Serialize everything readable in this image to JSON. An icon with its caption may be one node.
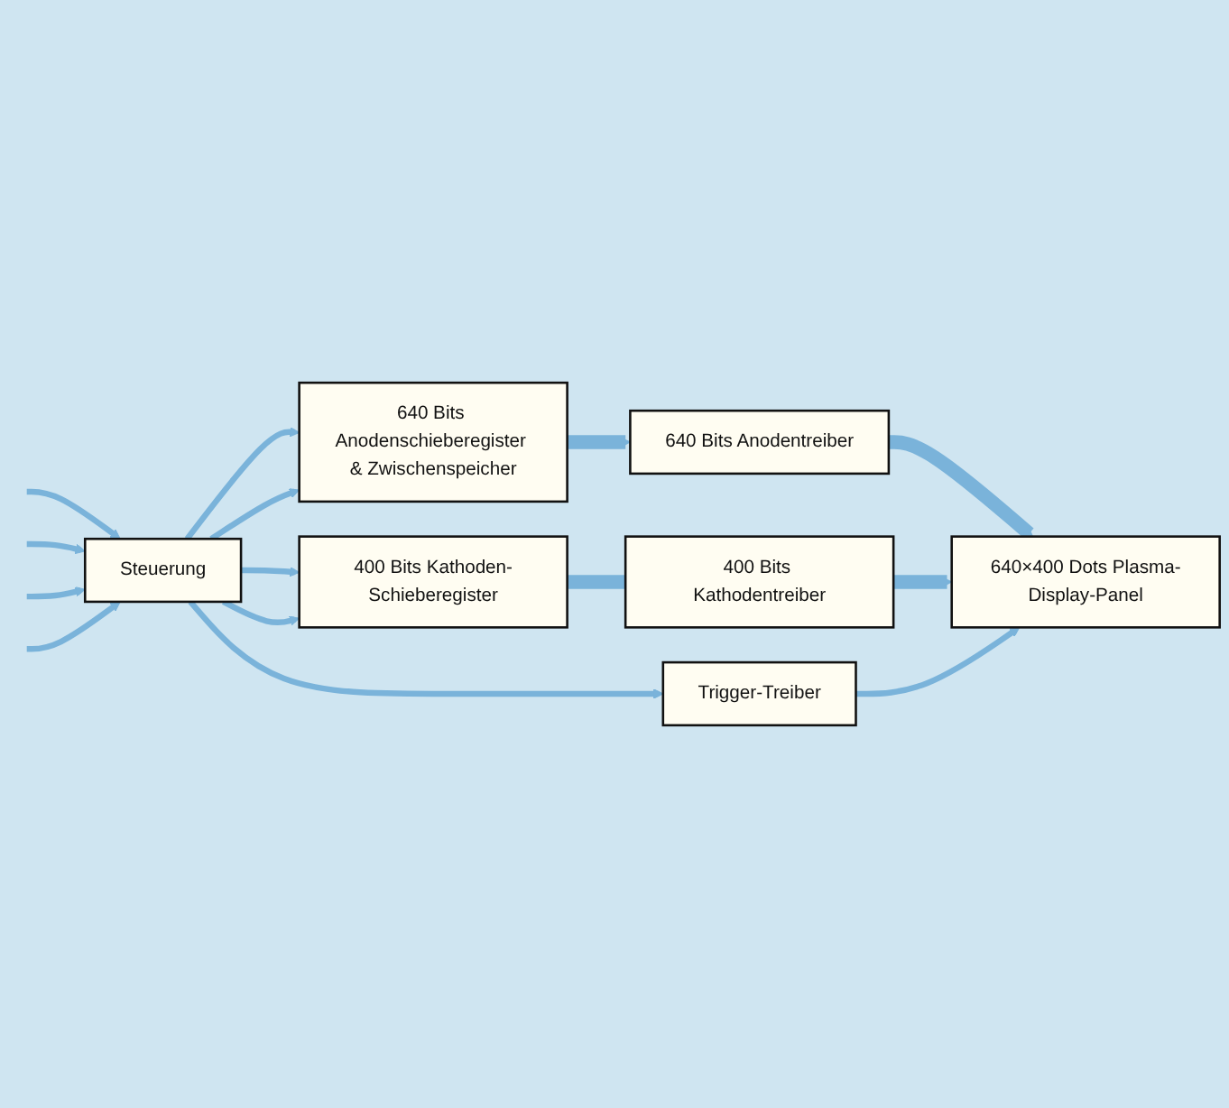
{
  "diagram": {
    "nodes": [
      {
        "text": [
          "Steuerung"
        ]
      },
      {
        "text": [
          "640 Bits Anodenschieberegister & Zwischenspeicher"
        ]
      },
      {
        "text": [
          "640 Bits Anodentreiber"
        ]
      },
      {
        "text": [
          "400 Bits Kathoden-Schieberegister"
        ]
      },
      {
        "text": [
          "400 Bits Kathodentreiber"
        ]
      },
      {
        "text": [
          "640×400 Dots Plasma-Display-Panel"
        ]
      },
      {
        "text": [
          "Trigger-Treiber"
        ]
      }
    ],
    "edges": [
      {
        "from": null,
        "to": 0,
        "arrow": "to"
      },
      {
        "from": null,
        "to": 0,
        "arrow": "to"
      },
      {
        "from": null,
        "to": 0,
        "arrow": "to"
      },
      {
        "from": null,
        "to": 0,
        "arrow": "to"
      },
      {
        "from": 0,
        "to": 1,
        "arrow": "to"
      },
      {
        "from": 0,
        "to": 1,
        "arrow": "to"
      },
      {
        "from": 1,
        "to": 2,
        "arrow": "to",
        "style": "thick"
      },
      {
        "from": 2,
        "to": 5,
        "arrow": "to",
        "style": "thick"
      },
      {
        "from": 0,
        "to": 6,
        "arrow": "to"
      },
      {
        "from": 0,
        "to": 3,
        "arrow": "to"
      },
      {
        "from": 0,
        "to": 3,
        "arrow": "to"
      },
      {
        "from": 3,
        "to": 4,
        "arrow": "none",
        "style": "thick"
      },
      {
        "from": 4,
        "to": 5,
        "arrow": "to",
        "style": "thick"
      },
      {
        "from": 6,
        "to": 5,
        "arrow": "to"
      }
    ]
  }
}
